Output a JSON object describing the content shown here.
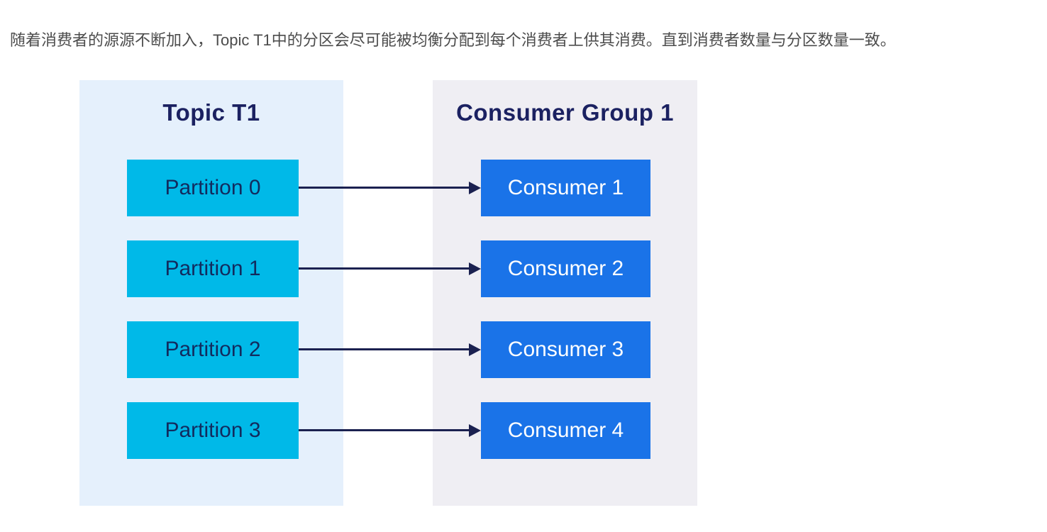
{
  "intro": {
    "text": "随着消费者的源源不断加入，Topic T1中的分区会尽可能被均衡分配到每个消费者上供其消费。直到消费者数量与分区数量一致。"
  },
  "diagram": {
    "topic_panel": {
      "title": "Topic T1",
      "partitions": [
        "Partition 0",
        "Partition 1",
        "Partition 2",
        "Partition 3"
      ]
    },
    "consumer_panel": {
      "title": "Consumer Group 1",
      "consumers": [
        "Consumer 1",
        "Consumer 2",
        "Consumer 3",
        "Consumer 4"
      ]
    },
    "connections": [
      {
        "from": "Partition 0",
        "to": "Consumer 1"
      },
      {
        "from": "Partition 1",
        "to": "Consumer 2"
      },
      {
        "from": "Partition 2",
        "to": "Consumer 3"
      },
      {
        "from": "Partition 3",
        "to": "Consumer 4"
      }
    ],
    "colors": {
      "topic_panel_bg": "#E5F0FC",
      "consumer_panel_bg": "#EFEEF3",
      "partition_fill": "#00B9E8",
      "consumer_fill": "#1A73E8",
      "panel_title_text": "#1B2161",
      "partition_text": "#122B5E",
      "consumer_text": "#FFFFFF",
      "arrow": "#1B2150",
      "intro_text": "#4C4C4C"
    }
  }
}
